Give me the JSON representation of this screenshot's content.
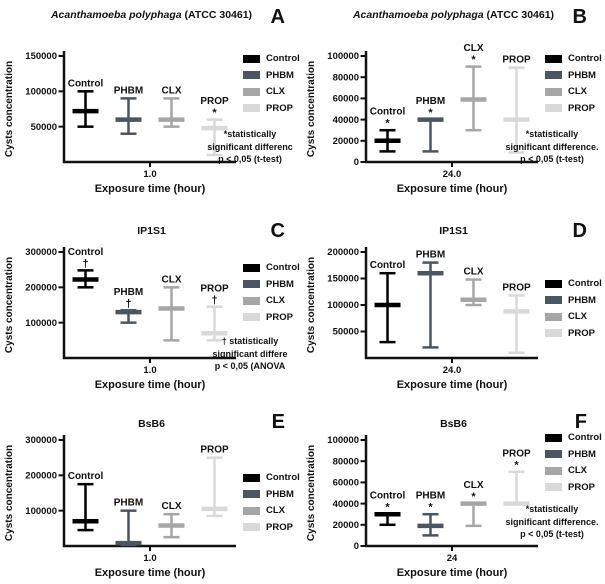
{
  "figure_name": "cyst-concentration-errorbar-figure",
  "colors": {
    "Control": "#000000",
    "PHBM": "#4b5563",
    "CLX": "#a6a6a6",
    "PROP": "#d9d9d9"
  },
  "chart_data": [
    {
      "type": "errorbar",
      "panel": "A",
      "title_italic": "Acanthamoeba polyphaga",
      "title_plain": " (ATCC 30461)",
      "ylabel": "Cysts concentration",
      "xlabel": "Exposure time (hour)",
      "x_tick": "1.0",
      "ylim": [
        0,
        150000
      ],
      "yticks": [
        50000,
        100000,
        150000
      ],
      "legend": [
        "Control",
        "PHBM",
        "CLX",
        "PROP"
      ],
      "legend_position": "right",
      "legend_top": 54,
      "note_top": 128,
      "note_lines": [
        "*statistically",
        "significant differenc",
        "p < 0,05 (t-test)"
      ],
      "series": [
        {
          "name": "Control",
          "center": 72000,
          "low": 50000,
          "high": 100000,
          "marker": ""
        },
        {
          "name": "PHBM",
          "center": 60000,
          "low": 40000,
          "high": 90000,
          "marker": ""
        },
        {
          "name": "CLX",
          "center": 60000,
          "low": 50000,
          "high": 90000,
          "marker": ""
        },
        {
          "name": "PROP",
          "center": 48000,
          "low": 10000,
          "high": 60000,
          "marker": "*"
        }
      ]
    },
    {
      "type": "errorbar",
      "panel": "B",
      "title_italic": "Acanthamoeba polyphaga",
      "title_plain": " (ATCC 30461)",
      "ylabel": "Cysts concentration",
      "xlabel": "Exposure time (hour)",
      "x_tick": "24.0",
      "ylim": [
        0,
        100000
      ],
      "yticks": [
        0,
        20000,
        40000,
        60000,
        80000,
        100000
      ],
      "legend": [
        "Control",
        "PHBM",
        "CLX",
        "PROP"
      ],
      "legend_position": "right",
      "legend_top": 54,
      "note_top": 128,
      "note_lines": [
        "*statistically",
        "significant difference.",
        "p < 0,05 (t-test)"
      ],
      "series": [
        {
          "name": "Control",
          "center": 20000,
          "low": 10000,
          "high": 30000,
          "marker": "*"
        },
        {
          "name": "PHBM",
          "center": 40000,
          "low": 10000,
          "high": 40000,
          "marker": "*"
        },
        {
          "name": "CLX",
          "center": 59000,
          "low": 30000,
          "high": 90000,
          "marker": "*"
        },
        {
          "name": "PROP",
          "center": 40000,
          "low": 9000,
          "high": 89000,
          "marker": ""
        }
      ]
    },
    {
      "type": "errorbar",
      "panel": "C",
      "title_italic": "",
      "title_plain": "IP1S1",
      "ylabel": "Cysts concentration",
      "xlabel": "Exposure time (hour)",
      "x_tick": "1.0",
      "ylim": [
        0,
        300000
      ],
      "yticks": [
        100000,
        200000,
        300000
      ],
      "legend": [
        "Control",
        "PHBM",
        "CLX",
        "PROP"
      ],
      "legend_position": "right",
      "legend_top": 68,
      "note_top": 140,
      "note_lines": [
        "† statistically",
        "significant differe",
        "p < 0,05 (ANOVA"
      ],
      "series": [
        {
          "name": "Control",
          "center": 222000,
          "low": 200000,
          "high": 248000,
          "marker": "†"
        },
        {
          "name": "PHBM",
          "center": 130000,
          "low": 100000,
          "high": 135000,
          "marker": "†"
        },
        {
          "name": "CLX",
          "center": 140000,
          "low": 50000,
          "high": 200000,
          "marker": ""
        },
        {
          "name": "PROP",
          "center": 70000,
          "low": 50000,
          "high": 145000,
          "marker": "†"
        }
      ]
    },
    {
      "type": "errorbar",
      "panel": "D",
      "title_italic": "",
      "title_plain": "IP1S1",
      "ylabel": "Cysts concentration",
      "xlabel": "Exposure time (hour)",
      "x_tick": "24.0",
      "ylim": [
        0,
        200000
      ],
      "yticks": [
        50000,
        100000,
        150000,
        200000
      ],
      "legend": [
        "Control",
        "PHBM",
        "CLX",
        "PROP"
      ],
      "legend_position": "right",
      "legend_top": 84,
      "note_top": null,
      "note_lines": [],
      "series": [
        {
          "name": "Control",
          "center": 100000,
          "low": 30000,
          "high": 160000,
          "marker": ""
        },
        {
          "name": "PHBM",
          "center": 160000,
          "low": 20000,
          "high": 180000,
          "marker": ""
        },
        {
          "name": "CLX",
          "center": 110000,
          "low": 100000,
          "high": 148000,
          "marker": ""
        },
        {
          "name": "PROP",
          "center": 88000,
          "low": 10000,
          "high": 118000,
          "marker": ""
        }
      ]
    },
    {
      "type": "errorbar",
      "panel": "E",
      "title_italic": "",
      "title_plain": "BsB6",
      "ylabel": "Cysts concentration",
      "xlabel": "Exposure time (hour)",
      "x_tick": "1.0",
      "ylim": [
        0,
        300000
      ],
      "yticks": [
        100000,
        200000,
        300000
      ],
      "legend": [
        "Control",
        "PHBM",
        "CLX",
        "PROP"
      ],
      "legend_position": "right",
      "legend_top": 78,
      "note_top": null,
      "note_lines": [],
      "series": [
        {
          "name": "Control",
          "center": 70000,
          "low": 45000,
          "high": 175000,
          "marker": ""
        },
        {
          "name": "PHBM",
          "center": 8000,
          "low": 3000,
          "high": 100000,
          "marker": ""
        },
        {
          "name": "CLX",
          "center": 58000,
          "low": 25000,
          "high": 90000,
          "marker": ""
        },
        {
          "name": "PROP",
          "center": 105000,
          "low": 85000,
          "high": 250000,
          "marker": ""
        }
      ]
    },
    {
      "type": "errorbar",
      "panel": "F",
      "title_italic": "",
      "title_plain": "BsB6",
      "ylabel": "Cysts concentration",
      "xlabel": "Exposure time (hour)",
      "x_tick": "24",
      "ylim": [
        0,
        100000
      ],
      "yticks": [
        0,
        20000,
        40000,
        60000,
        80000,
        100000
      ],
      "legend": [
        "Control",
        "PHBM",
        "CLX",
        "PROP"
      ],
      "legend_position": "right",
      "legend_top": 38,
      "note_top": 108,
      "note_lines": [
        "*statistically",
        "significant difference.",
        "p < 0,05 (t-test)"
      ],
      "series": [
        {
          "name": "Control",
          "center": 30000,
          "low": 20000,
          "high": 30000,
          "marker": "*"
        },
        {
          "name": "PHBM",
          "center": 19000,
          "low": 10000,
          "high": 30000,
          "marker": "*"
        },
        {
          "name": "CLX",
          "center": 40000,
          "low": 19000,
          "high": 40000,
          "marker": "*"
        },
        {
          "name": "PROP",
          "center": 40000,
          "low": 40000,
          "high": 70000,
          "marker": "*"
        }
      ]
    }
  ]
}
